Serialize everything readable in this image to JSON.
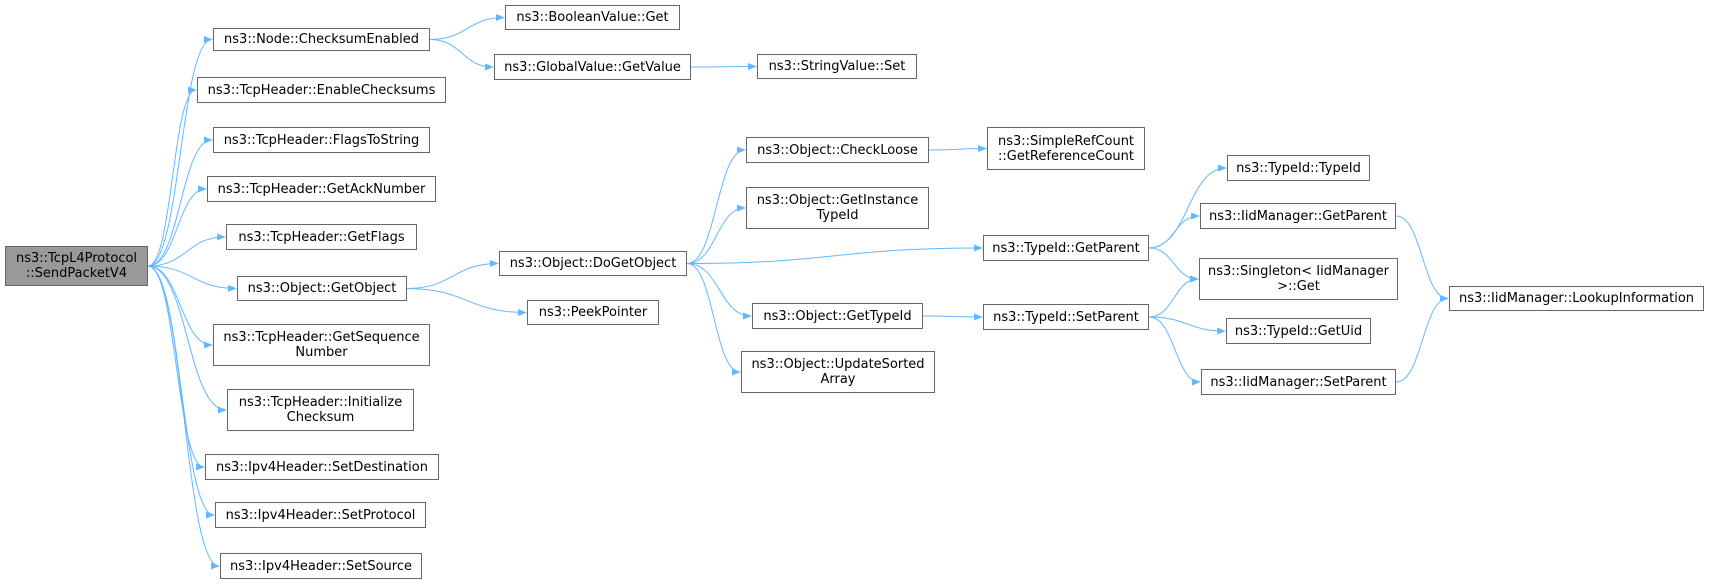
{
  "graph": {
    "edge_color": "#63b8ff",
    "root_fill": "#999999",
    "node_border": "#666666",
    "nodes": [
      {
        "id": "root",
        "lines": [
          "ns3::TcpL4Protocol",
          "::SendPacketV4"
        ],
        "root": true
      },
      {
        "id": "checksum_enabled",
        "lines": [
          "ns3::Node::ChecksumEnabled"
        ]
      },
      {
        "id": "enable_checksums",
        "lines": [
          "ns3::TcpHeader::EnableChecksums"
        ]
      },
      {
        "id": "flags_to_string",
        "lines": [
          "ns3::TcpHeader::FlagsToString"
        ]
      },
      {
        "id": "get_ack_number",
        "lines": [
          "ns3::TcpHeader::GetAckNumber"
        ]
      },
      {
        "id": "get_flags",
        "lines": [
          "ns3::TcpHeader::GetFlags"
        ]
      },
      {
        "id": "get_object",
        "lines": [
          "ns3::Object::GetObject"
        ]
      },
      {
        "id": "get_sequence_number",
        "lines": [
          "ns3::TcpHeader::GetSequence",
          "Number"
        ]
      },
      {
        "id": "initialize_checksum",
        "lines": [
          "ns3::TcpHeader::Initialize",
          "Checksum"
        ]
      },
      {
        "id": "set_destination",
        "lines": [
          "ns3::Ipv4Header::SetDestination"
        ]
      },
      {
        "id": "set_protocol",
        "lines": [
          "ns3::Ipv4Header::SetProtocol"
        ]
      },
      {
        "id": "set_source",
        "lines": [
          "ns3::Ipv4Header::SetSource"
        ]
      },
      {
        "id": "boolean_get",
        "lines": [
          "ns3::BooleanValue::Get"
        ]
      },
      {
        "id": "global_get_value",
        "lines": [
          "ns3::GlobalValue::GetValue"
        ]
      },
      {
        "id": "string_set",
        "lines": [
          "ns3::StringValue::Set"
        ]
      },
      {
        "id": "do_get_object",
        "lines": [
          "ns3::Object::DoGetObject"
        ]
      },
      {
        "id": "peek_pointer",
        "lines": [
          "ns3::PeekPointer"
        ]
      },
      {
        "id": "check_loose",
        "lines": [
          "ns3::Object::CheckLoose"
        ]
      },
      {
        "id": "get_instance_typeid",
        "lines": [
          "ns3::Object::GetInstance",
          "TypeId"
        ]
      },
      {
        "id": "get_typeid",
        "lines": [
          "ns3::Object::GetTypeId"
        ]
      },
      {
        "id": "update_sorted_array",
        "lines": [
          "ns3::Object::UpdateSorted",
          "Array"
        ]
      },
      {
        "id": "get_reference_count",
        "lines": [
          "ns3::SimpleRefCount",
          "::GetReferenceCount"
        ]
      },
      {
        "id": "typeid_get_parent",
        "lines": [
          "ns3::TypeId::GetParent"
        ]
      },
      {
        "id": "typeid_set_parent",
        "lines": [
          "ns3::TypeId::SetParent"
        ]
      },
      {
        "id": "typeid_typeid",
        "lines": [
          "ns3::TypeId::TypeId"
        ]
      },
      {
        "id": "iid_get_parent",
        "lines": [
          "ns3::IidManager::GetParent"
        ]
      },
      {
        "id": "singleton_get",
        "lines": [
          "ns3::Singleton< IidManager",
          ">::Get"
        ]
      },
      {
        "id": "typeid_get_uid",
        "lines": [
          "ns3::TypeId::GetUid"
        ]
      },
      {
        "id": "iid_set_parent",
        "lines": [
          "ns3::IidManager::SetParent"
        ]
      },
      {
        "id": "lookup_information",
        "lines": [
          "ns3::IidManager::LookupInformation"
        ]
      }
    ],
    "edges": [
      [
        "root",
        "checksum_enabled"
      ],
      [
        "root",
        "enable_checksums"
      ],
      [
        "root",
        "flags_to_string"
      ],
      [
        "root",
        "get_ack_number"
      ],
      [
        "root",
        "get_flags"
      ],
      [
        "root",
        "get_object"
      ],
      [
        "root",
        "get_sequence_number"
      ],
      [
        "root",
        "initialize_checksum"
      ],
      [
        "root",
        "set_destination"
      ],
      [
        "root",
        "set_protocol"
      ],
      [
        "root",
        "set_source"
      ],
      [
        "checksum_enabled",
        "boolean_get"
      ],
      [
        "checksum_enabled",
        "global_get_value"
      ],
      [
        "global_get_value",
        "string_set"
      ],
      [
        "get_object",
        "do_get_object"
      ],
      [
        "get_object",
        "peek_pointer"
      ],
      [
        "do_get_object",
        "check_loose"
      ],
      [
        "do_get_object",
        "get_instance_typeid"
      ],
      [
        "do_get_object",
        "typeid_get_parent"
      ],
      [
        "do_get_object",
        "get_typeid"
      ],
      [
        "do_get_object",
        "update_sorted_array"
      ],
      [
        "check_loose",
        "get_reference_count"
      ],
      [
        "get_typeid",
        "typeid_set_parent"
      ],
      [
        "typeid_get_parent",
        "typeid_typeid"
      ],
      [
        "typeid_get_parent",
        "iid_get_parent"
      ],
      [
        "typeid_get_parent",
        "singleton_get"
      ],
      [
        "typeid_set_parent",
        "singleton_get"
      ],
      [
        "typeid_set_parent",
        "typeid_get_uid"
      ],
      [
        "typeid_set_parent",
        "iid_set_parent"
      ],
      [
        "iid_get_parent",
        "lookup_information"
      ],
      [
        "iid_set_parent",
        "lookup_information"
      ]
    ]
  }
}
